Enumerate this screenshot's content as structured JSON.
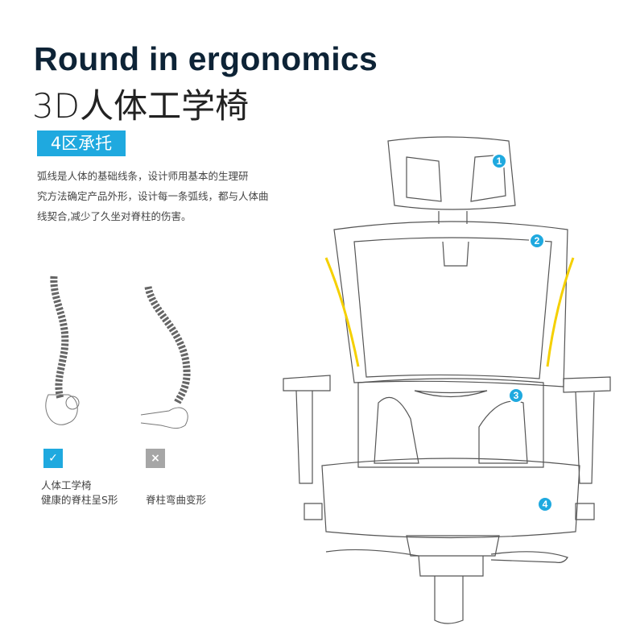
{
  "title_en": "Round in ergonomics",
  "title_cn": "3D人体工学椅",
  "badge": "4区承托",
  "description": [
    "弧线是人体的基础线条，设计师用基本的生理研",
    "究方法确定产品外形，设计每一条弧线，都与人体曲",
    "线契合,减少了久坐对脊柱的伤害。"
  ],
  "good": {
    "icon": "check-icon",
    "lines": [
      "人体工学椅",
      "健康的脊柱呈S形"
    ],
    "color": "#1fa9df"
  },
  "bad": {
    "icon": "x-icon",
    "caption": "脊柱弯曲变形",
    "color": "#a6a6a6"
  },
  "zones": [
    "1",
    "2",
    "3",
    "4"
  ],
  "colors": {
    "accent": "#1fa9df",
    "highlight": "#f5d000",
    "title": "#0d2336"
  }
}
